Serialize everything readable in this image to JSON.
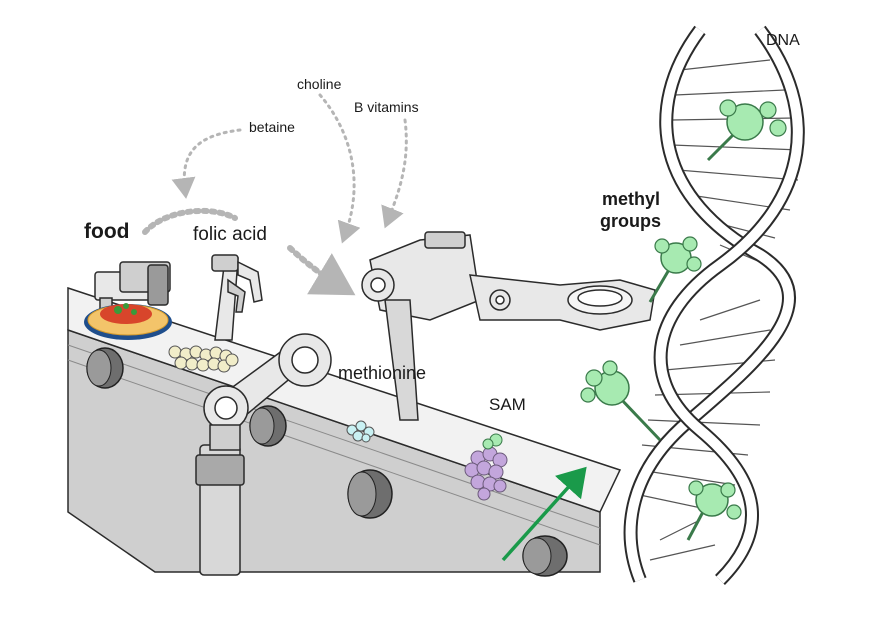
{
  "labels": {
    "choline": "choline",
    "b_vitamins": "B vitamins",
    "betaine": "betaine",
    "dna": "DNA",
    "food": "food",
    "folic_acid": "folic acid",
    "methyl_groups_line1": "methyl",
    "methyl_groups_line2": "groups",
    "methionine": "methionine",
    "sam": "SAM"
  },
  "colors": {
    "methyl_green": "#a7eab1",
    "arrow_green": "#1a9a4a",
    "grape_purple": "#c3a6dc",
    "belt_gray": "#d0d0d0",
    "ink": "#1a1a1a"
  }
}
